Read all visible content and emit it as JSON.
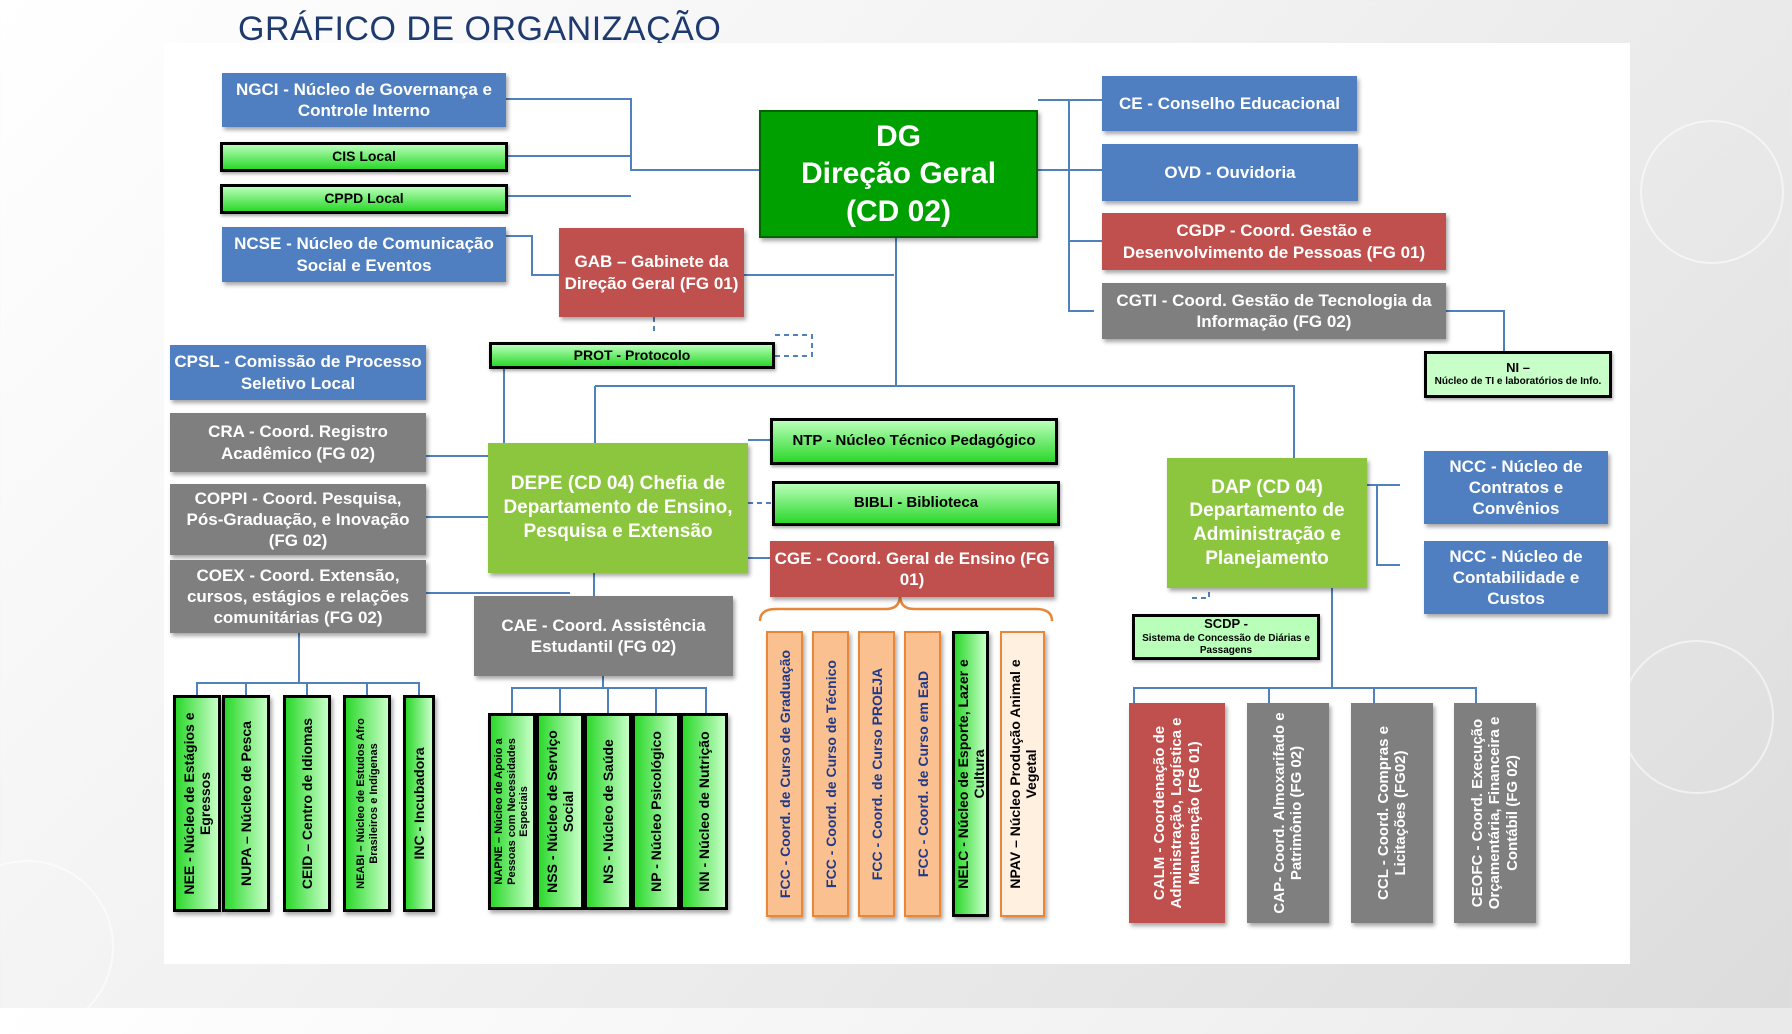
{
  "title": "GRÁFICO DE ORGANIZAÇÃO",
  "colors": {
    "blue": "#4f7fc0",
    "red": "#c0504d",
    "gray": "#7f7f7f",
    "light_green": "#8cc63e",
    "dark_green": "#00a000",
    "orange": "#fac090",
    "line": "#4f81bd"
  },
  "top": {
    "ngci": "NGCI - Núcleo de Governança e Controle Interno",
    "cis": "CIS Local",
    "cppd": "CPPD Local",
    "ncse": "NCSE - Núcleo de Comunicação Social e Eventos",
    "dg_abbr": "DG",
    "dg_name": "Direção Geral",
    "dg_code": "(CD 02)",
    "gab": "GAB – Gabinete da Direção Geral (FG 01)",
    "prot": "PROT - Protocolo",
    "ce": "CE - Conselho Educacional",
    "ovd": "OVD - Ouvidoria",
    "cgdp": "CGDP - Coord. Gestão e Desenvolvimento de Pessoas (FG 01)",
    "cgti": "CGTI - Coord. Gestão de Tecnologia da Informação (FG 02)",
    "ni_abbr": "NI –",
    "ni_name": "Núcleo de TI e laboratórios de Info."
  },
  "depe": {
    "name": "DEPE (CD 04) Chefia de Departamento de Ensino, Pesquisa e Extensão",
    "cpsl": "CPSL - Comissão de Processo Seletivo Local",
    "cra": "CRA - Coord. Registro Acadêmico (FG 02)",
    "coppi": "COPPI - Coord. Pesquisa, Pós-Graduação, e Inovação (FG 02)",
    "coex": "COEX - Coord. Extensão, cursos, estágios e relações comunitárias (FG 02)",
    "ntp": "NTP - Núcleo Técnico Pedagógico",
    "bibli": "BIBLI - Biblioteca",
    "cge": "CGE - Coord. Geral de Ensino (FG 01)",
    "cae": "CAE - Coord. Assistência Estudantil (FG 02)",
    "coex_units": [
      "NEE - Núcleo de Estágios e Egressos",
      "NUPA – Núcleo de Pesca",
      "CEID – Centro de Idiomas",
      "NEABI – Núcleo de Estudos Afro Brasileiros e Indígenas",
      "INC - Incubadora"
    ],
    "cae_units": [
      "NAPNE – Núcleo de Apoio a Pessoas com Necessidades Especiais",
      "NSS - Núcleo de Serviço Social",
      "NS - Núcleo de Saúde",
      "NP - Núcleo Psicológico",
      "NN - Núcleo de Nutrição"
    ],
    "cge_units": [
      "FCC - Coord. de Curso de Graduação",
      "FCC - Coord. de Curso de Técnico",
      "FCC - Coord. de Curso PROEJA",
      "FCC - Coord. de Curso em EaD",
      "NELC - Núcleo de Esporte, Lazer e Cultura",
      "NPAV – Núcleo Produção Animal e Vegetal"
    ]
  },
  "dap": {
    "name": "DAP (CD 04) Departamento de Administração e Planejamento",
    "ncc1": "NCC - Núcleo de Contratos e Convênios",
    "ncc2": "NCC - Núcleo de Contabilidade e Custos",
    "scdp_abbr": "SCDP -",
    "scdp_name": "Sistema de Concessão de Diárias e Passagens",
    "units": [
      "CALM - Coordenação de Administração, Logística e Manutenção (FG 01)",
      "CAP- Coord. Almoxarifado e Patrimônio (FG 02)",
      "CCL - Coord. Compras e Licitações (FG02)",
      "CEOFC - Coord. Execução Orçamentária, Financeira e Contábil (FG 02)"
    ]
  }
}
